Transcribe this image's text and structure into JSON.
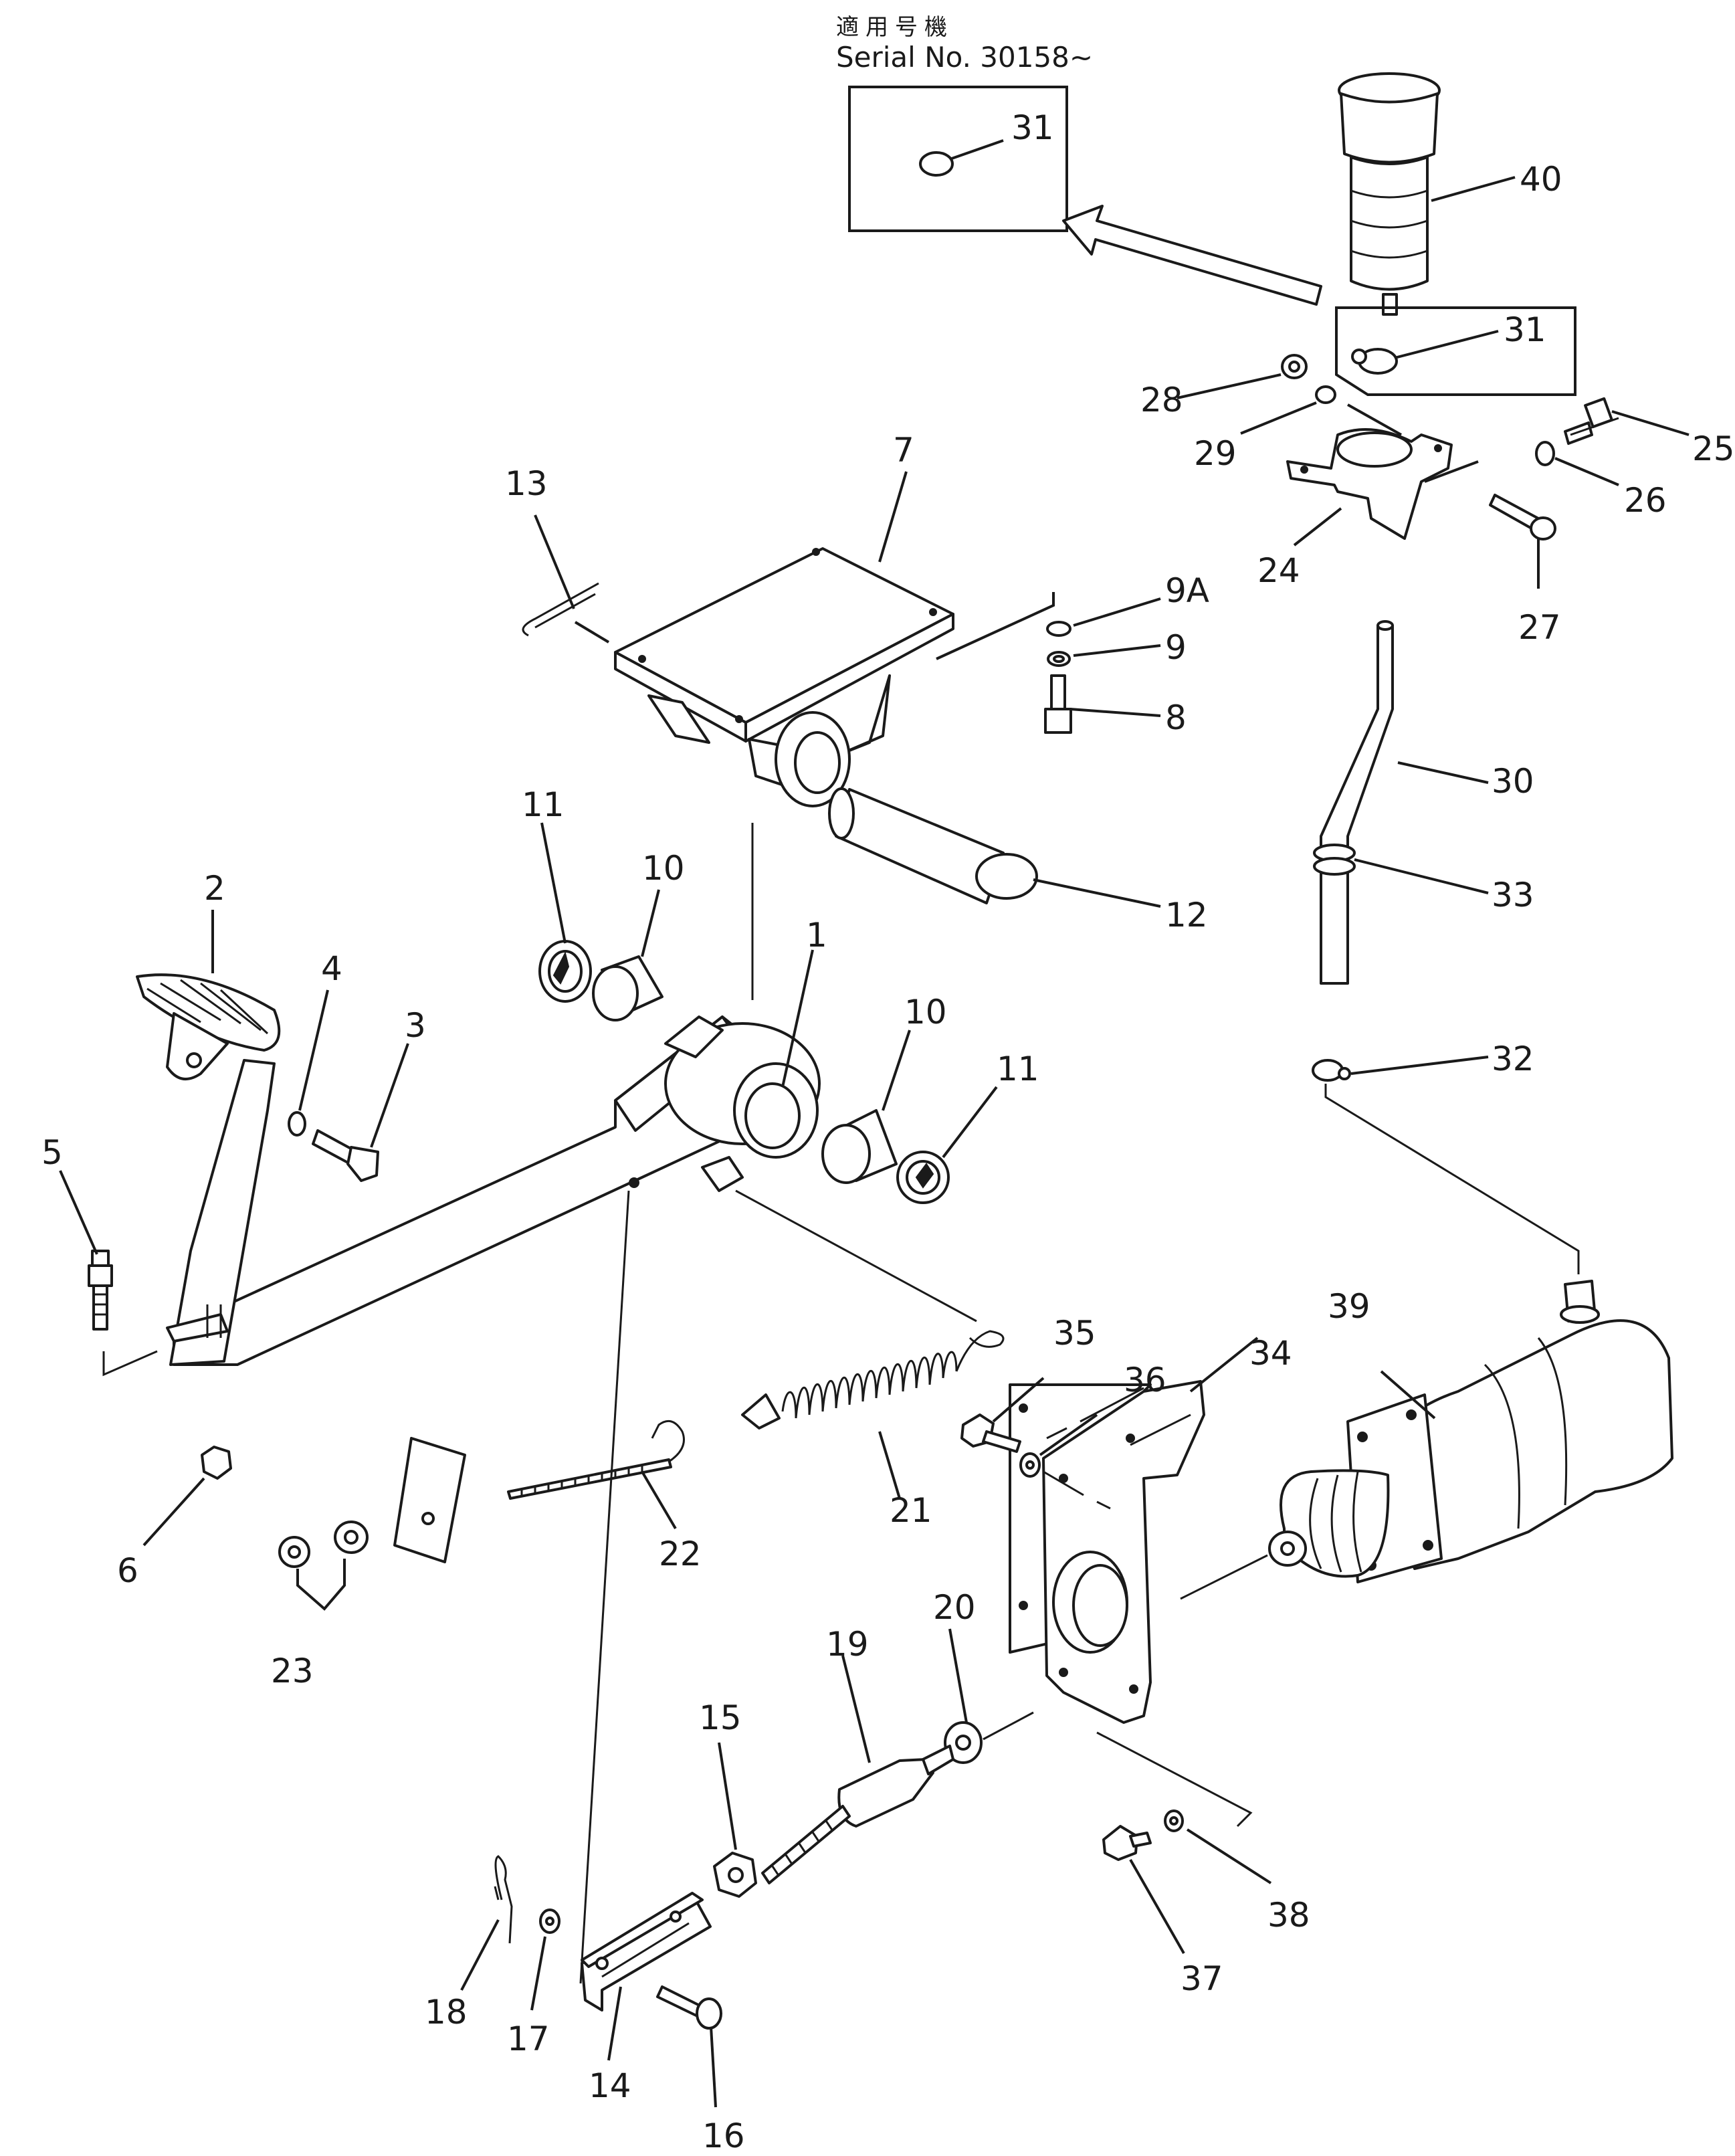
{
  "header": {
    "applicable_jp": "適用号機",
    "serial": "Serial No. 30158~"
  },
  "inset_label": "31",
  "callouts": {
    "c1": "1",
    "c2": "2",
    "c3": "3",
    "c4": "4",
    "c5": "5",
    "c6": "6",
    "c7": "7",
    "c8": "8",
    "c9": "9",
    "c9a": "9A",
    "c10a": "10",
    "c10b": "10",
    "c11a": "11",
    "c11b": "11",
    "c12": "12",
    "c13": "13",
    "c14": "14",
    "c15": "15",
    "c16": "16",
    "c17": "17",
    "c18": "18",
    "c19": "19",
    "c20": "20",
    "c21": "21",
    "c22": "22",
    "c23": "23",
    "c24": "24",
    "c25": "25",
    "c26": "26",
    "c27": "27",
    "c28": "28",
    "c29": "29",
    "c30": "30",
    "c31": "31",
    "c32": "32",
    "c33": "33",
    "c34": "34",
    "c35": "35",
    "c36": "36",
    "c37": "37",
    "c38": "38",
    "c39": "39",
    "c40": "40"
  }
}
